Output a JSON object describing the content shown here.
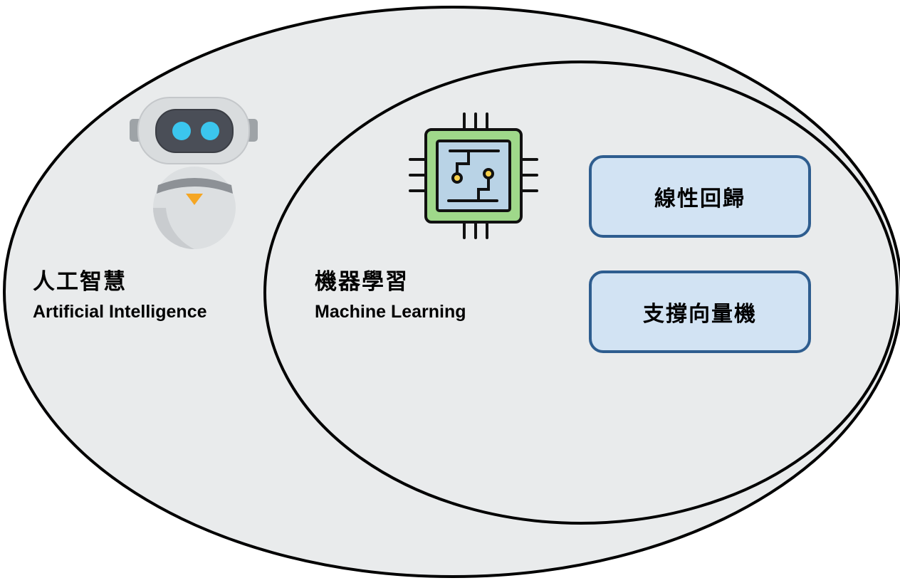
{
  "ai": {
    "title_zh": "人工智慧",
    "title_en": "Artificial Intelligence",
    "icon": "robot-icon"
  },
  "ml": {
    "title_zh": "機器學習",
    "title_en": "Machine Learning",
    "icon": "cpu-chip-icon"
  },
  "algorithms": [
    {
      "label": "線性回歸"
    },
    {
      "label": "支撐向量機"
    }
  ],
  "colors": {
    "ellipse_fill": "#e9ebec",
    "ellipse_stroke": "#000000",
    "box_fill": "#d2e3f3",
    "box_border": "#2e5d8f",
    "chip_green": "#9fd88a",
    "robot_eye": "#3bc6ee"
  }
}
